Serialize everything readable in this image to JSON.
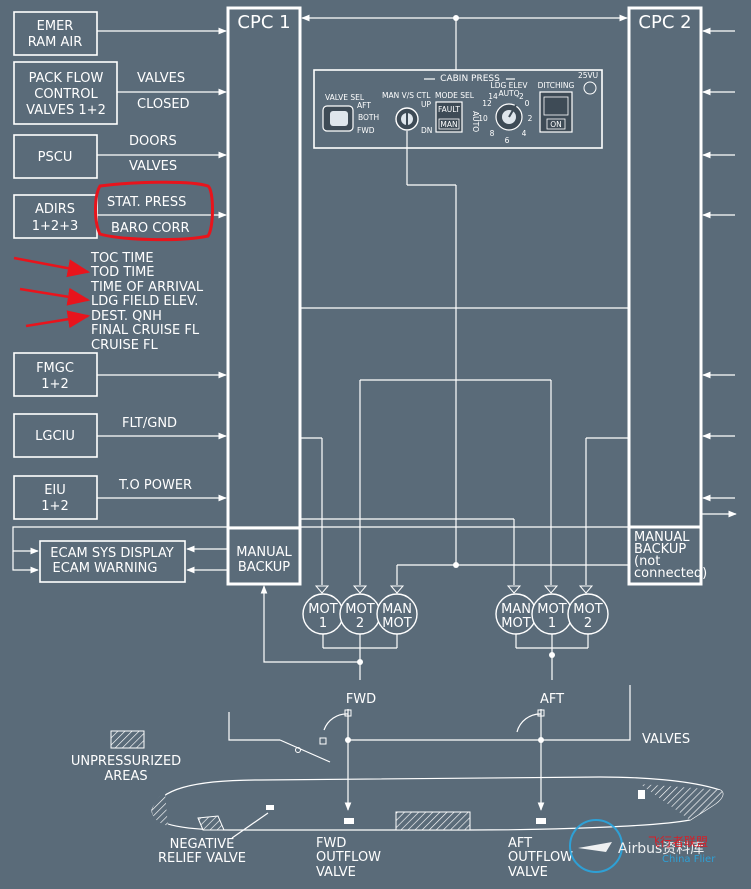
{
  "inputs": {
    "emer_ram_air": [
      "EMER",
      "RAM AIR"
    ],
    "pack_flow": [
      "PACK FLOW",
      "CONTROL",
      "VALVES 1+2"
    ],
    "pack_valves": "VALVES",
    "pack_closed": "CLOSED",
    "pscu": "PSCU",
    "pscu_doors": "DOORS",
    "pscu_valves": "VALVES",
    "adirs": [
      "ADIRS",
      "1+2+3"
    ],
    "adirs_stat": "STAT. PRESS",
    "adirs_baro": "BARO CORR",
    "fmgc_items": [
      "TOC TIME",
      "TOD TIME",
      "TIME OF ARRIVAL",
      "LDG FIELD ELEV.",
      "DEST. QNH",
      "FINAL CRUISE FL",
      "CRUISE FL"
    ],
    "fmgc": [
      "FMGC",
      "1+2"
    ],
    "lgciu": "LGCIU",
    "lgciu_signal": "FLT/GND",
    "eiu": [
      "EIU",
      "1+2"
    ],
    "eiu_signal": "T.O POWER"
  },
  "cpc1": {
    "title": "CPC 1",
    "backup": [
      "MANUAL",
      "BACKUP"
    ]
  },
  "cpc2": {
    "title": "CPC 2",
    "backup": [
      "MANUAL",
      "BACKUP",
      "(not",
      "connected)"
    ]
  },
  "ecam": [
    "ECAM SYS DISPLAY",
    "ECAM WARNING"
  ],
  "panel": {
    "title": "CABIN PRESS",
    "valve_sel": "VALVE SEL",
    "valve_aft": "AFT",
    "valve_both": "BOTH",
    "valve_fwd": "FWD",
    "man_vs": "MAN V/S CTL",
    "up": "UP",
    "dn": "DN",
    "mode_sel": "MODE SEL",
    "fault": "FAULT",
    "man": "MAN",
    "auto_vertical": "AUTO",
    "ldg_elev": "LDG ELEV",
    "auto": "AUTO",
    "dial_marks": [
      "14",
      "12",
      "10",
      "8",
      "6",
      "4",
      "2",
      "0",
      "-2"
    ],
    "ditching": "DITCHING",
    "on": "ON",
    "vu": "25VU"
  },
  "motors": {
    "fwd": [
      [
        "MOT",
        "1"
      ],
      [
        "MOT",
        "2"
      ],
      [
        "MAN",
        "MOT"
      ]
    ],
    "aft": [
      [
        "MAN",
        "MOT"
      ],
      [
        "MOT",
        "1"
      ],
      [
        "MOT",
        "2"
      ]
    ]
  },
  "fwd_label": "FWD",
  "aft_label": "AFT",
  "valves_label": "VALVES",
  "unpressurized": [
    "UNPRESSURIZED",
    "AREAS"
  ],
  "negative_relief": [
    "NEGATIVE",
    "RELIEF VALVE"
  ],
  "fwd_outflow": [
    "FWD",
    "OUTFLOW",
    "VALVE"
  ],
  "aft_outflow": [
    "AFT",
    "OUTFLOW",
    "VALVE"
  ],
  "watermark": [
    "Airbus资料库",
    "飞行者联盟",
    "China Flier"
  ],
  "annotation_color": "#e8141c",
  "background_color": "#5a6b79"
}
